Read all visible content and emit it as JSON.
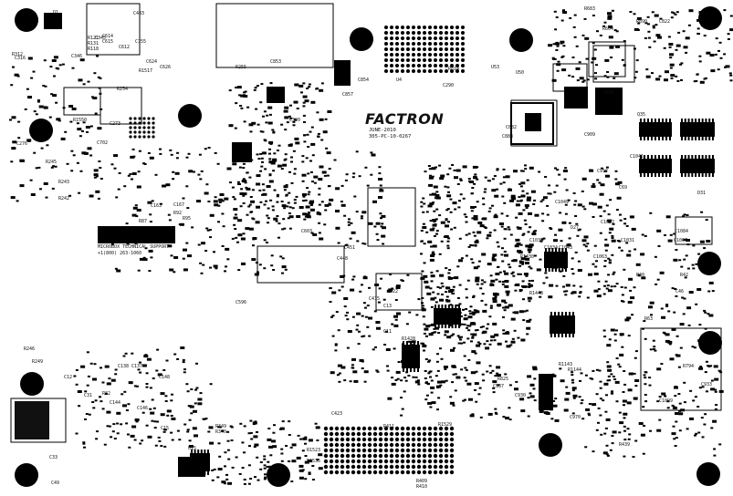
{
  "board": {
    "brand": "FACTRON",
    "date_code_line1": "JUNE-2010",
    "date_code_line2": "305-PC-10-0267",
    "support_line1": "MICROBOX TECHNICAL SUPPORT",
    "support_line2": "+1(800) 263-1060"
  },
  "refdes": [
    "D1",
    "C483",
    "R121",
    "R131",
    "C615",
    "C614",
    "R118",
    "C612",
    "C624",
    "R1517",
    "C626",
    "R255",
    "C345",
    "C346",
    "R312",
    "C316",
    "C276",
    "R245",
    "R243",
    "R242",
    "C155",
    "R1550",
    "C702",
    "R254",
    "C273",
    "C390",
    "C853",
    "C857",
    "C854",
    "U4",
    "R814",
    "C290",
    "U53",
    "U50",
    "C882",
    "C883",
    "C909",
    "C912",
    "C1041",
    "C69",
    "D31",
    "Q35",
    "C816",
    "R683",
    "R890",
    "C822",
    "R604",
    "C1049",
    "C1092",
    "D27",
    "C1084",
    "C1067",
    "C1031",
    "C1063",
    "R40",
    "R42",
    "C46",
    "R794",
    "C933",
    "R63",
    "C1099",
    "R439",
    "R1430",
    "C163",
    "R87",
    "C167",
    "R92",
    "R95",
    "C603",
    "C448",
    "C451",
    "C596",
    "R1428",
    "C13",
    "C11",
    "C1033",
    "R1448",
    "C1034",
    "C1043",
    "R1143",
    "R1144",
    "R825",
    "C937",
    "C970",
    "C930",
    "C423",
    "R411",
    "R1529",
    "R1523",
    "R409",
    "R410",
    "C422",
    "C415",
    "R246",
    "R249",
    "C138",
    "C137",
    "C148",
    "R82",
    "C144",
    "C15",
    "R349",
    "R340",
    "U15",
    "C146",
    "C12",
    "C31",
    "C33",
    "C49",
    "R1536"
  ]
}
